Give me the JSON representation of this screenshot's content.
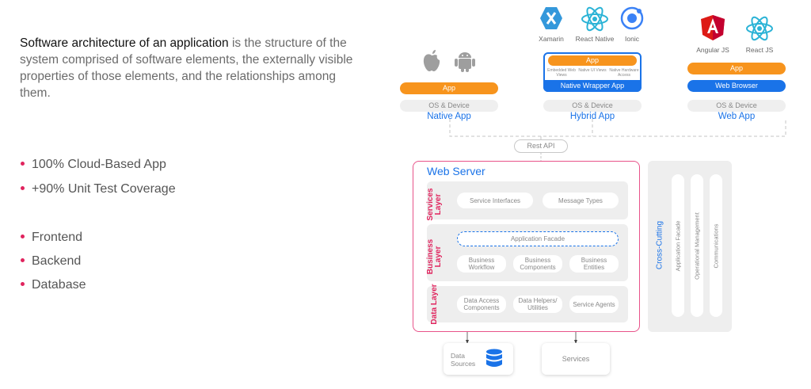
{
  "intro": {
    "highlight": "Software architecture of an application",
    "rest": " is the structure of the system comprised of software elements, the externally visible properties of those elements, and the relationships among them."
  },
  "bullets_top": [
    "100% Cloud-Based App",
    "+90% Unit Test Coverage"
  ],
  "bullets_bottom": [
    "Frontend",
    "Backend",
    "Database"
  ],
  "native": {
    "app": "App",
    "os": "OS & Device",
    "title": "Native App"
  },
  "hybrid": {
    "frameworks": [
      "Xamarin",
      "React Native",
      "Ionic"
    ],
    "app": "App",
    "sub": [
      "Embedded Web Views",
      "Native UI Views",
      "Native Hardware Access"
    ],
    "wrapper": "Native Wrapper App",
    "os": "OS & Device",
    "title": "Hybrid App"
  },
  "web": {
    "frameworks": [
      "Angular JS",
      "React JS"
    ],
    "app": "App",
    "browser": "Web Browser",
    "os": "OS & Device",
    "title": "Web App"
  },
  "rest_api": "Rest API",
  "server": {
    "title": "Web Server",
    "services_layer": {
      "label": "Services Layer",
      "items": [
        "Service Interfaces",
        "Message Types"
      ]
    },
    "business_layer": {
      "label": "Business Layer",
      "facade": "Application Facade",
      "items": [
        "Business Workflow",
        "Business Components",
        "Business Entities"
      ]
    },
    "data_layer": {
      "label": "Data Layer",
      "items": [
        "Data Access Components",
        "Data Helpers/ Utilities",
        "Service Agents"
      ]
    }
  },
  "cross_cutting": {
    "title": "Cross-Cutting",
    "columns": [
      "Application Facade",
      "Operational Management",
      "Communications"
    ]
  },
  "bottom": {
    "data_sources": "Data Sources",
    "services": "Services"
  },
  "colors": {
    "accent_blue": "#1a73e8",
    "accent_orange": "#f7941d",
    "accent_pink": "#e0245e"
  }
}
